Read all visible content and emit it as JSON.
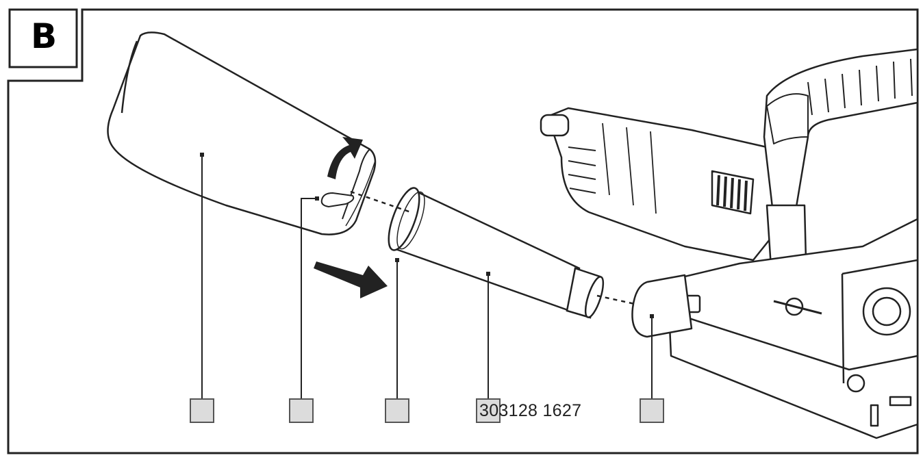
{
  "figure": {
    "label": "B",
    "document_code": "303128 1627"
  },
  "callouts": [
    {
      "id": "dust-bag",
      "value": ""
    },
    {
      "id": "bag-clip",
      "value": ""
    },
    {
      "id": "adapter-collar",
      "value": ""
    },
    {
      "id": "adapter",
      "value": ""
    },
    {
      "id": "extraction-port",
      "value": ""
    }
  ]
}
